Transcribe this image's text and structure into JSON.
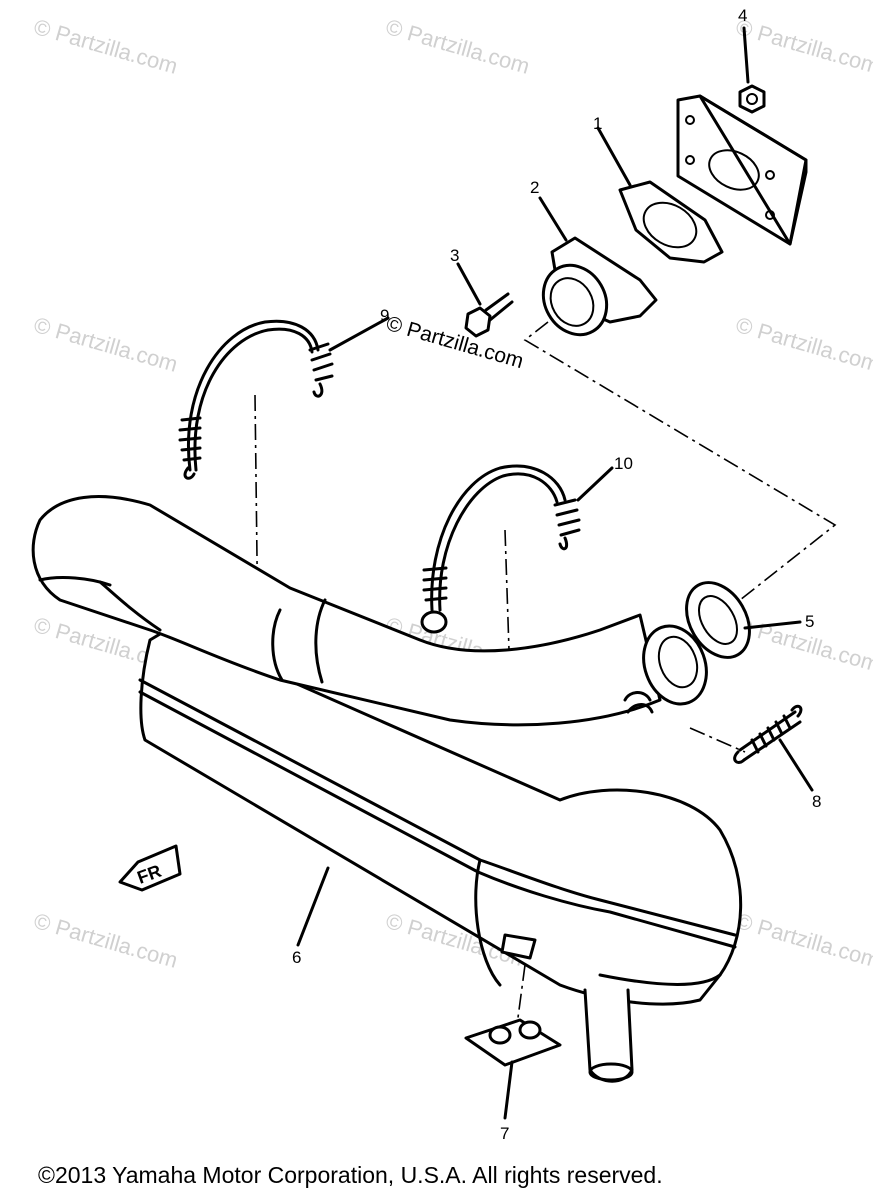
{
  "watermark": "© Partzilla.com",
  "center_watermark": "© Partzilla.com",
  "copyright": "©2013  Yamaha Motor Corporation, U.S.A. All rights reserved.",
  "callouts": {
    "p1": "1",
    "p2": "2",
    "p3": "3",
    "p4": "4",
    "p5": "5",
    "p6": "6",
    "p7": "7",
    "p8": "8",
    "p9": "9",
    "p10": "10"
  },
  "fr_label": "FR"
}
